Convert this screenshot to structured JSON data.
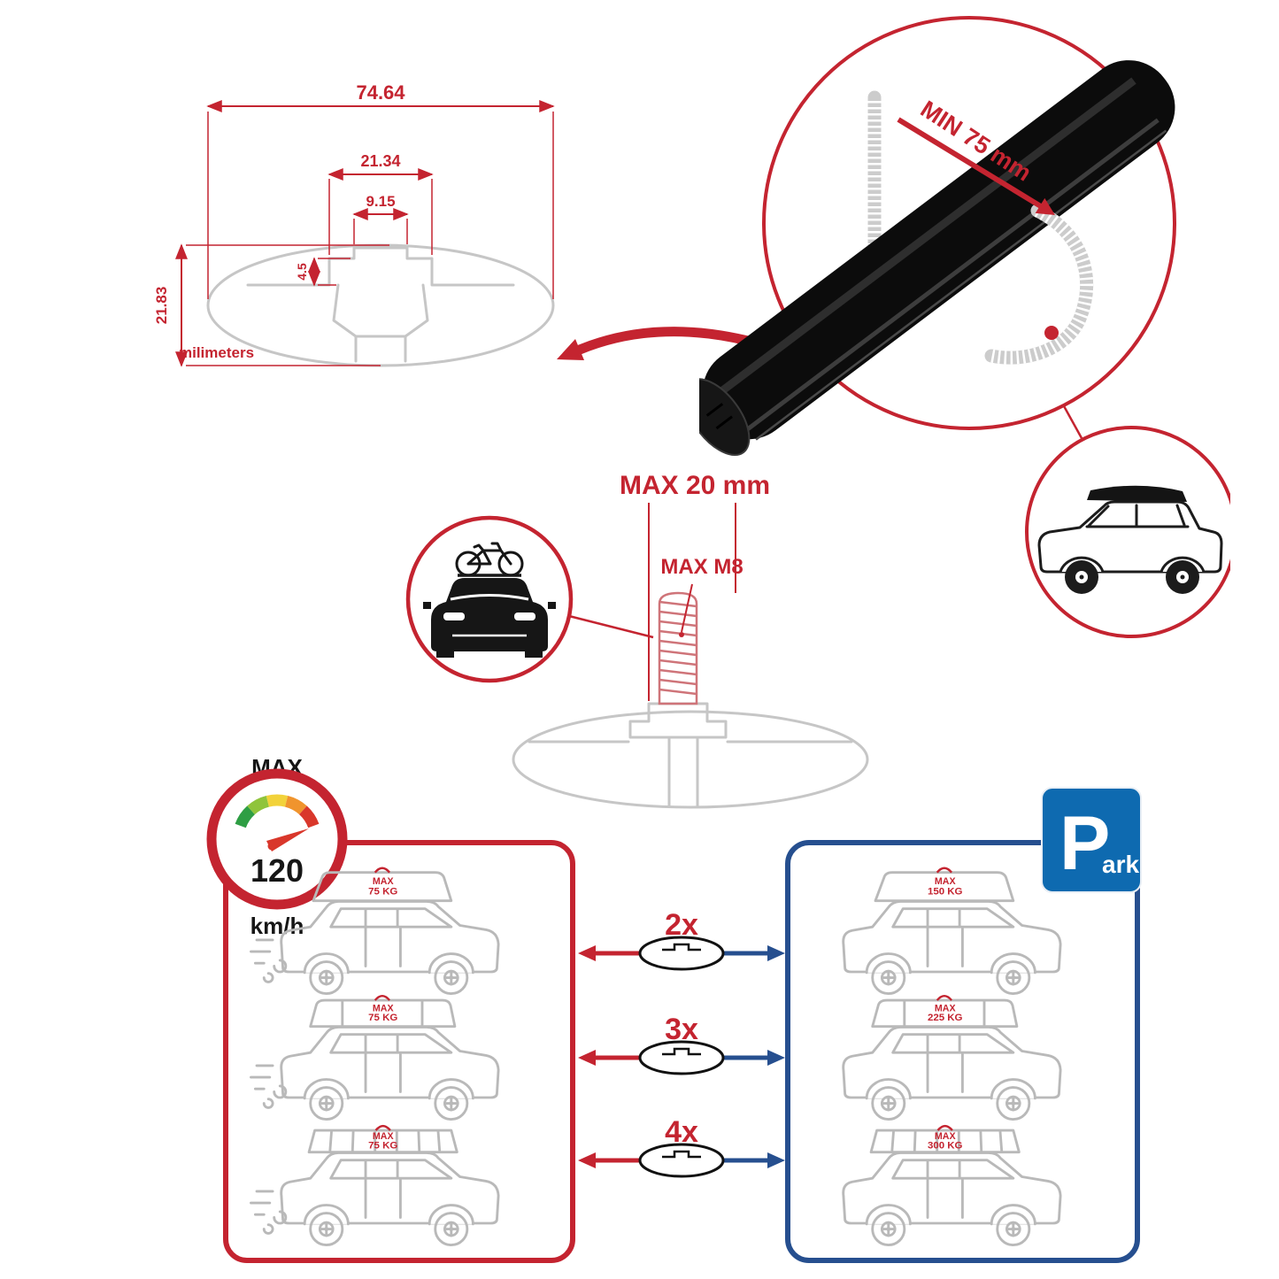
{
  "colors": {
    "accent_red": "#c42430",
    "diagram_gray": "#c6c6c6",
    "car_gray": "#b9b9b9",
    "bar_black": "#0c0c0c",
    "panel_blue": "#264f8f",
    "parking_blue": "#0e6ab0",
    "gauge_green": "#2e9e44",
    "gauge_lightgreen": "#8fc43b",
    "gauge_yellow": "#f2d23a",
    "gauge_orange": "#f0942d",
    "gauge_red": "#d9372b"
  },
  "dimension_diagram": {
    "total_width": "74.64",
    "slot_outer_width": "21.34",
    "slot_inner_width": "9.15",
    "step_height": "4.5",
    "total_height": "21.83",
    "unit_label": "milimeters"
  },
  "clamp_detail": {
    "min_grip_label": "MIN 75 mm"
  },
  "bolt_detail": {
    "max_length_label": "MAX 20 mm",
    "max_thread_label": "MAX M8"
  },
  "speed_limit": {
    "label": "MAX",
    "value": "120",
    "unit": "km/h"
  },
  "driving_panel": {
    "cars": [
      {
        "load_label": "MAX",
        "load_value": "75 KG"
      },
      {
        "load_label": "MAX",
        "load_value": "75 KG"
      },
      {
        "load_label": "MAX",
        "load_value": "75 KG"
      }
    ]
  },
  "parked_panel": {
    "cars": [
      {
        "load_label": "MAX",
        "load_value": "150 KG"
      },
      {
        "load_label": "MAX",
        "load_value": "225 KG"
      },
      {
        "load_label": "MAX",
        "load_value": "300 KG"
      }
    ]
  },
  "bar_multipliers": [
    {
      "label": "2x"
    },
    {
      "label": "3x"
    },
    {
      "label": "4x"
    }
  ],
  "parking_sign": {
    "letter": "P",
    "suffix": "ark"
  }
}
